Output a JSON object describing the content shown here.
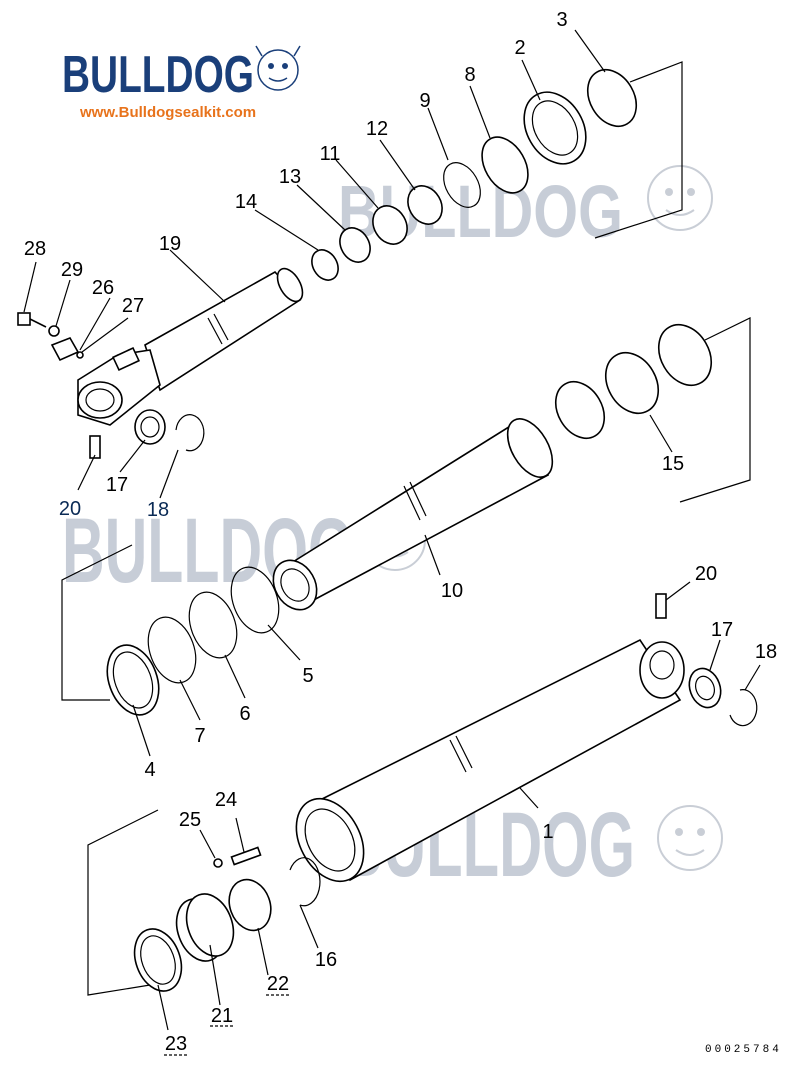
{
  "brand": {
    "logo_text": "BULLDOG",
    "url": "www.Bulldogsealkit.com",
    "logo_color": "#1a3f7a",
    "url_color": "#e8731c"
  },
  "watermarks": [
    "BULLDOG",
    "BULLDOG",
    "BULLDOG"
  ],
  "drawing_number": "00025784",
  "callouts": [
    {
      "id": "c1",
      "label": "1"
    },
    {
      "id": "c2",
      "label": "2"
    },
    {
      "id": "c3",
      "label": "3"
    },
    {
      "id": "c4",
      "label": "4"
    },
    {
      "id": "c5",
      "label": "5"
    },
    {
      "id": "c6",
      "label": "6"
    },
    {
      "id": "c7",
      "label": "7"
    },
    {
      "id": "c8",
      "label": "8"
    },
    {
      "id": "c9",
      "label": "9"
    },
    {
      "id": "c10",
      "label": "10"
    },
    {
      "id": "c11",
      "label": "11"
    },
    {
      "id": "c12",
      "label": "12"
    },
    {
      "id": "c13",
      "label": "13"
    },
    {
      "id": "c14",
      "label": "14"
    },
    {
      "id": "c15",
      "label": "15"
    },
    {
      "id": "c16",
      "label": "16"
    },
    {
      "id": "c17a",
      "label": "17"
    },
    {
      "id": "c17b",
      "label": "17"
    },
    {
      "id": "c18a",
      "label": "18"
    },
    {
      "id": "c18b",
      "label": "18"
    },
    {
      "id": "c19",
      "label": "19"
    },
    {
      "id": "c20a",
      "label": "20"
    },
    {
      "id": "c20b",
      "label": "20"
    },
    {
      "id": "c21",
      "label": "21"
    },
    {
      "id": "c22",
      "label": "22"
    },
    {
      "id": "c23",
      "label": "23"
    },
    {
      "id": "c24",
      "label": "24"
    },
    {
      "id": "c25",
      "label": "25"
    },
    {
      "id": "c26",
      "label": "26"
    },
    {
      "id": "c27",
      "label": "27"
    },
    {
      "id": "c28",
      "label": "28"
    },
    {
      "id": "c29",
      "label": "29"
    }
  ]
}
